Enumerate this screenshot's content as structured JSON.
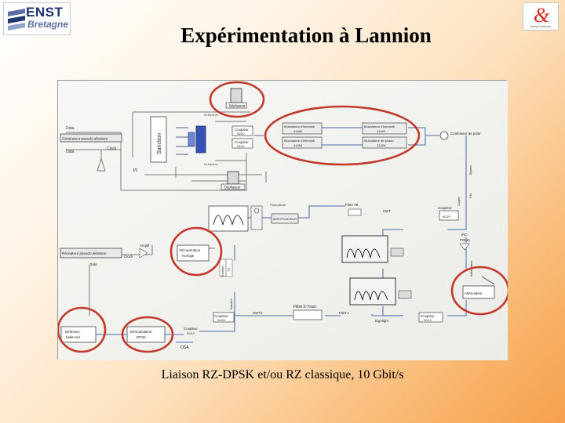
{
  "header": {
    "logo_left": {
      "name": "ENST Bretagne",
      "line1": "ENST",
      "line2": "Bretagne"
    },
    "logo_right": {
      "name": "france telecom"
    },
    "title": "Expérimentation à Lannion"
  },
  "figure": {
    "labels": {
      "data_top": "Data",
      "gen_pseudo": "Générateur pseudo aléatoire",
      "data2": "Data",
      "clock": "Clock",
      "f2": "f/2",
      "synchro": "Sanction",
      "dephaseur_top": "Déphaseur",
      "multiplex": "Multiplexe",
      "coupleur1": "Coupleur",
      "coupleur1b": "50/50",
      "coupleur2": "Coupleur",
      "coupleur2b": "50/50",
      "multiplex2": "Multiplexe",
      "dephaseur_bot": "Déphaseur",
      "mod1_a": "Modulateur d'intensité",
      "mod1_b": "41482",
      "mod2_a": "Modulateur d'intensité",
      "mod2_b": "41454",
      "mod3_a": "Modulateur d'intensité",
      "mod3_b": "41492",
      "mod4_a": "Modulateur de phase",
      "mod4_b": "21326",
      "combineur": "Combineur de polar",
      "pol1": "Bjanec",
      "cagier": "Cagier",
      "pm": "PM",
      "photodiode": "Photodiode",
      "ampli": "IMPLIFICATEUR",
      "filtre_tb": "Filtre TB",
      "hwt1": "HWT",
      "coupleur3": "Coupleur",
      "coupleur3b": "80/20",
      "irc": "IRC",
      "polis": "POLIS",
      "amplif": "Amplif",
      "recup": "Récupération",
      "horloge": "Horloge",
      "recepteur": "Récepteur pseudo aléatoire",
      "clock2": "Clock",
      "data3": "Data",
      "booster": "Booster",
      "tx": "TX",
      "bandes": "Bandes",
      "att_v": "Atténuateur",
      "attenuateur": "Atténuateur",
      "coupleur4": "Coupleur",
      "coupleur4b": "50/50",
      "hwt2": "HWT2",
      "filtre_x": "Filtre X-Tract",
      "hwt3": "HWT1",
      "eignlight": "Eignlight",
      "coupleur5": "Coupleur",
      "coupleur5b": "90/10",
      "detection_a": "Détection",
      "detection_b": "balanced",
      "demod_a": "Démodulateur",
      "demod_b": "DPSK",
      "coupleur6": "Coupleur",
      "coupleur6b": "90/10",
      "osa": "OSA"
    }
  },
  "caption": "Liaison RZ-DPSK et/ou RZ classique, 10 Gbit/s",
  "colors": {
    "highlight": "#c0392b",
    "trace": "#1f3f95",
    "line": "#505050"
  }
}
